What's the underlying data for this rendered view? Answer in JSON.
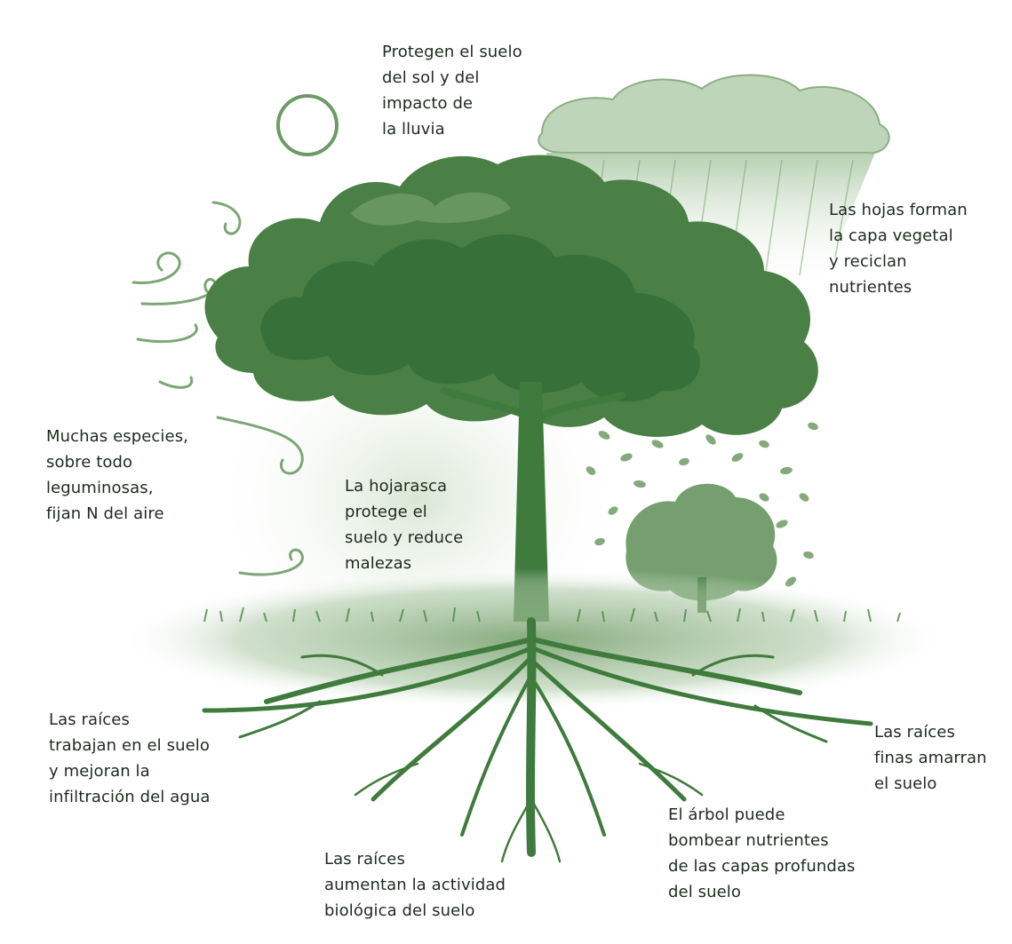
{
  "colors": {
    "tree_green": "#4a7f45",
    "tree_dark": "#2f6a33",
    "soil_green": "#6f9c66",
    "text": "#1f2a1f",
    "background": "#ffffff"
  },
  "icons": [
    "sun-icon",
    "rain-cloud-icon",
    "wind-swirl-icon",
    "falling-leaves-icon",
    "tree-illustration",
    "roots-illustration"
  ],
  "labels": {
    "sun_rain": [
      "Protegen el suelo",
      "del sol y del",
      "impacto de",
      "la lluvia"
    ],
    "leaves": [
      "Las hojas forman",
      "la capa vegetal",
      "y reciclan",
      "nutrientes"
    ],
    "legumes": [
      "Muchas especies,",
      "sobre todo",
      "leguminosas,",
      "fijan N del aire"
    ],
    "litter": [
      "La hojarasca",
      "protege el",
      "suelo y reduce",
      "malezas"
    ],
    "roots_water": [
      "Las raíces",
      "trabajan en el suelo",
      "y mejoran la",
      "infiltración del agua"
    ],
    "fine_roots": [
      "Las raíces",
      "finas amarran",
      "el suelo"
    ],
    "pump": [
      "El árbol puede",
      "bombear nutrientes",
      "de las capas profundas",
      "del suelo"
    ],
    "biology": [
      "Las raíces",
      "aumentan la actividad",
      "biológica del suelo"
    ]
  }
}
